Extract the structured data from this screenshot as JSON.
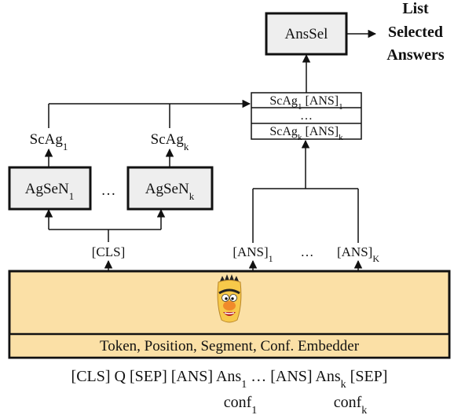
{
  "colors": {
    "box_fill": "#eeeeee",
    "encoder_fill": "#fbe0a6",
    "embed_fill": "#fbe0a6",
    "line": "#111111",
    "bert_face": "#f7c94a",
    "bert_nose": "#f08a2a",
    "bert_hair": "#222222"
  },
  "icons": {
    "bert": "bert-mascot-icon"
  },
  "anssel": {
    "label": "AnsSel"
  },
  "output": {
    "line1": "List",
    "line2": "Selected",
    "line3": "Answers"
  },
  "stack": {
    "row1": {
      "base": "ScAg",
      "sub": "1",
      "ans": "[ANS]",
      "ans_sub": "1"
    },
    "row_mid": "…",
    "row2": {
      "base": "ScAg",
      "sub": "k",
      "ans": "[ANS]",
      "ans_sub": "k"
    }
  },
  "scores": {
    "left": {
      "base": "ScAg",
      "sub": "1"
    },
    "right": {
      "base": "ScAg",
      "sub": "k"
    }
  },
  "agsen": {
    "left": {
      "base": "AgSeN",
      "sub": "1"
    },
    "right": {
      "base": "AgSeN",
      "sub": "k"
    },
    "between": "…"
  },
  "tokens": {
    "cls": "[CLS]",
    "ans1": {
      "base": "[ANS]",
      "sub": "1"
    },
    "mid": "…",
    "ansK": {
      "base": "[ANS]",
      "sub": "K"
    }
  },
  "embedder": {
    "label": "Token, Position, Segment, Conf. Embedder"
  },
  "input": {
    "line1_a": "[CLS] Q [SEP] [ANS] Ans",
    "line1_a_sub": "1",
    "line1_b": " … [ANS] Ans",
    "line1_b_sub": "k",
    "line1_c": " [SEP]",
    "conf1": {
      "base": "conf",
      "sub": "1"
    },
    "confk": {
      "base": "conf",
      "sub": "k"
    }
  }
}
